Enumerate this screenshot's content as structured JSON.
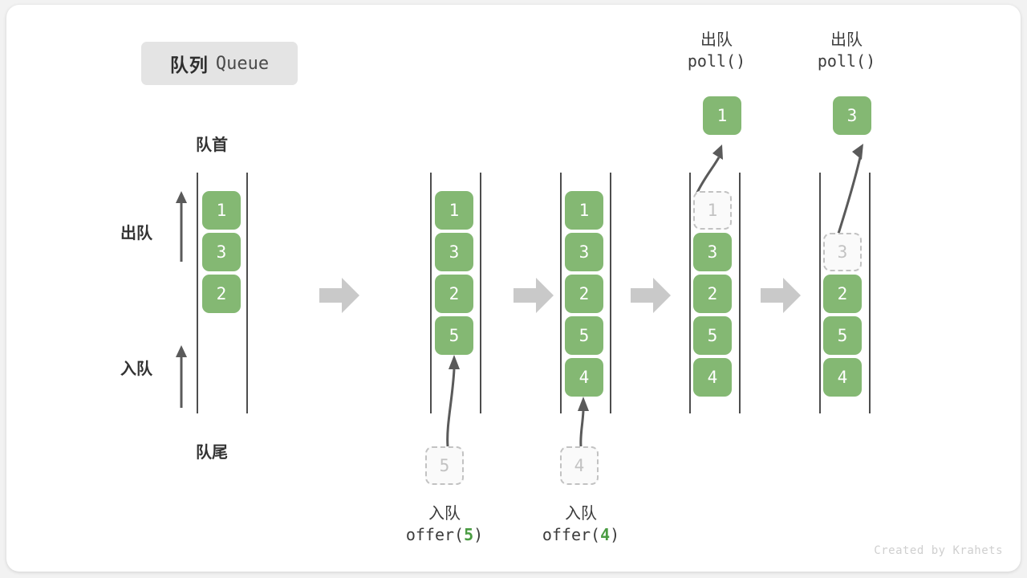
{
  "title": {
    "cn": "队列",
    "en": "Queue"
  },
  "labels": {
    "front": "队首",
    "rear": "队尾",
    "dequeue_side": "出队",
    "enqueue_side": "入队"
  },
  "colors": {
    "element": "#84b873",
    "ghost_border": "#c2c2c2",
    "rail": "#4d4d4d",
    "arrow": "#5a5a5a",
    "transition_arrow": "#c9c9c9",
    "badge_bg": "#e4e4e4",
    "accent_number": "#4a9c42"
  },
  "operations": {
    "offer5": {
      "cn": "入队",
      "call_prefix": "offer(",
      "value": "5",
      "call_suffix": ")"
    },
    "offer4": {
      "cn": "入队",
      "call_prefix": "offer(",
      "value": "4",
      "call_suffix": ")"
    },
    "poll1": {
      "cn": "出队",
      "call": "poll()"
    },
    "poll2": {
      "cn": "出队",
      "call": "poll()"
    }
  },
  "stages": [
    {
      "name": "initial",
      "elements": [
        "1",
        "3",
        "2"
      ]
    },
    {
      "name": "after-offer5",
      "elements": [
        "1",
        "3",
        "2",
        "5"
      ],
      "incoming": "5"
    },
    {
      "name": "after-offer4",
      "elements": [
        "1",
        "3",
        "2",
        "5",
        "4"
      ],
      "incoming": "4"
    },
    {
      "name": "poll-1",
      "elements": [
        "1",
        "3",
        "2",
        "5",
        "4"
      ],
      "removing": "1",
      "popped": "1"
    },
    {
      "name": "poll-3",
      "elements": [
        "3",
        "2",
        "5",
        "4"
      ],
      "removing": "3",
      "popped": "3"
    }
  ],
  "popped": {
    "first": "1",
    "second": "3"
  },
  "watermark": "Created by Krahets"
}
